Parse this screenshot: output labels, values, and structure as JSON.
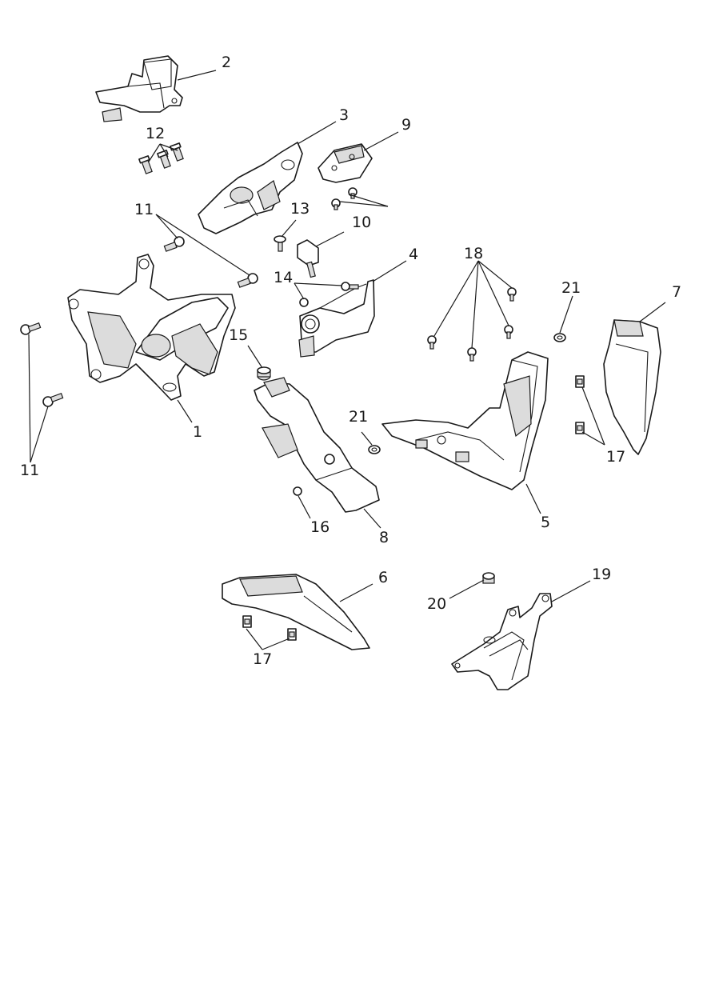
{
  "callouts": [
    {
      "id": "c1",
      "text": "1"
    },
    {
      "id": "c2",
      "text": "2"
    },
    {
      "id": "c3",
      "text": "3"
    },
    {
      "id": "c4",
      "text": "4"
    },
    {
      "id": "c5",
      "text": "5"
    },
    {
      "id": "c6",
      "text": "6"
    },
    {
      "id": "c7",
      "text": "7"
    },
    {
      "id": "c8",
      "text": "8"
    },
    {
      "id": "c9",
      "text": "9"
    },
    {
      "id": "c10",
      "text": "10"
    },
    {
      "id": "c11a",
      "text": "11"
    },
    {
      "id": "c11b",
      "text": "11"
    },
    {
      "id": "c12",
      "text": "12"
    },
    {
      "id": "c13",
      "text": "13"
    },
    {
      "id": "c14",
      "text": "14"
    },
    {
      "id": "c15",
      "text": "15"
    },
    {
      "id": "c16",
      "text": "16"
    },
    {
      "id": "c17a",
      "text": "17"
    },
    {
      "id": "c17b",
      "text": "17"
    },
    {
      "id": "c18",
      "text": "18"
    },
    {
      "id": "c19",
      "text": "19"
    },
    {
      "id": "c20",
      "text": "20"
    },
    {
      "id": "c21a",
      "text": "21"
    },
    {
      "id": "c21b",
      "text": "21"
    }
  ]
}
